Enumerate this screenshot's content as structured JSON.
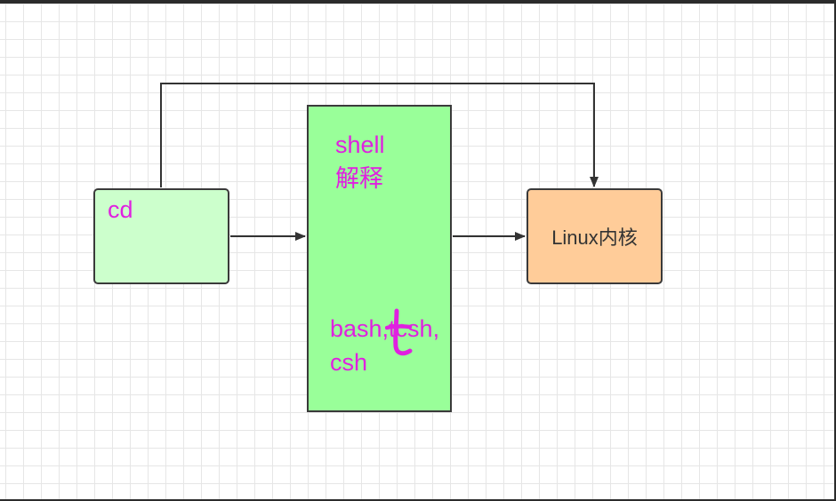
{
  "nodes": {
    "cd": {
      "label": "cd",
      "fill": "#ccffcc"
    },
    "shell": {
      "title": "shell 解释",
      "shells": "bash,tcsh, csh",
      "fill": "#99ff99"
    },
    "kernel": {
      "label": "Linux内核",
      "fill": "#ffcc99"
    }
  },
  "colors": {
    "label_text": "#e020e0",
    "stroke": "#333333",
    "grid": "#e6e6e6",
    "annotation_ink": "#e020e0"
  },
  "edges": [
    {
      "from": "cd",
      "to": "shell",
      "style": "arrow"
    },
    {
      "from": "shell",
      "to": "kernel",
      "style": "arrow"
    },
    {
      "from": "cd",
      "to": "kernel",
      "style": "elbow-arrow-over-top"
    }
  ],
  "annotations": [
    {
      "type": "handwritten-stroke",
      "icon": "pen-mark-icon"
    }
  ]
}
